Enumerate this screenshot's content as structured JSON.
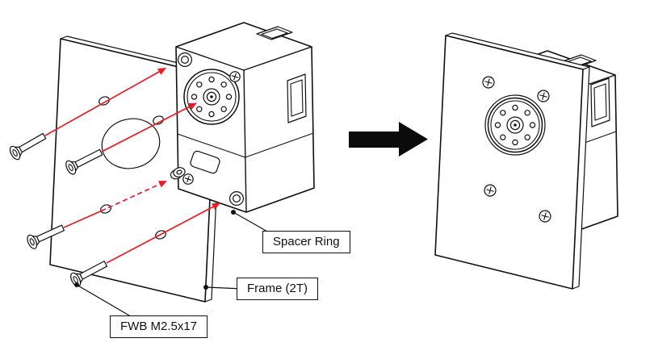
{
  "labels": {
    "spacer_ring": "Spacer Ring",
    "frame": "Frame (2T)",
    "screw": "FWB M2.5x17"
  },
  "colors": {
    "outline": "#101010",
    "guide_red": "#ed1c24",
    "background": "#ffffff"
  }
}
